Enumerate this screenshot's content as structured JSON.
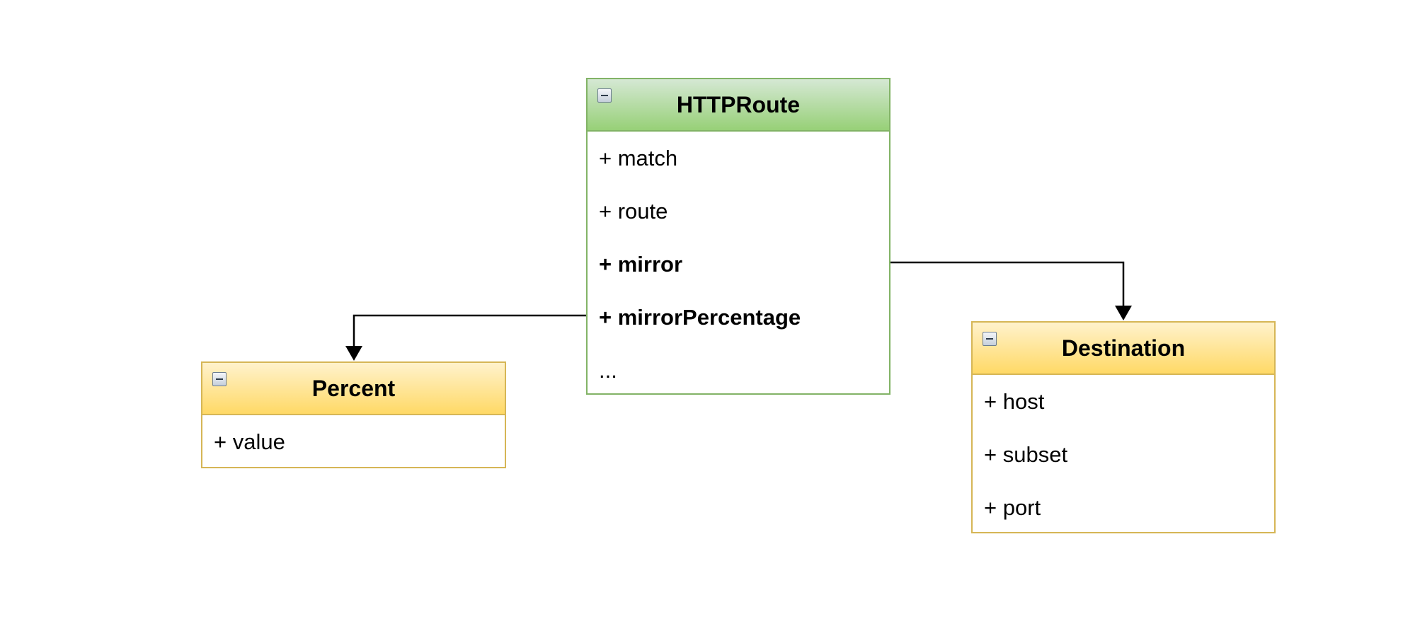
{
  "classes": {
    "httproute": {
      "name": "HTTPRoute",
      "attributes": [
        {
          "label": "+ match",
          "bold": false
        },
        {
          "label": "+ route",
          "bold": false
        },
        {
          "label": "+ mirror",
          "bold": true
        },
        {
          "label": "+ mirrorPercentage",
          "bold": true
        },
        {
          "label": "...",
          "bold": false
        }
      ]
    },
    "percent": {
      "name": "Percent",
      "attributes": [
        {
          "label": "+ value",
          "bold": false
        }
      ]
    },
    "destination": {
      "name": "Destination",
      "attributes": [
        {
          "label": "+ host",
          "bold": false
        },
        {
          "label": "+ subset",
          "bold": false
        },
        {
          "label": "+ port",
          "bold": false
        }
      ]
    }
  },
  "connectors": [
    {
      "from": "HTTPRoute.mirror",
      "to": "Destination"
    },
    {
      "from": "HTTPRoute.mirrorPercentage",
      "to": "Percent"
    }
  ],
  "colors": {
    "httproute_fill_top": "#d5e8d4",
    "httproute_fill_bottom": "#97d077",
    "httproute_stroke": "#82b366",
    "yellow_fill_top": "#fff2cc",
    "yellow_fill_bottom": "#ffd966",
    "yellow_stroke": "#d6b656",
    "connector": "#000000"
  }
}
